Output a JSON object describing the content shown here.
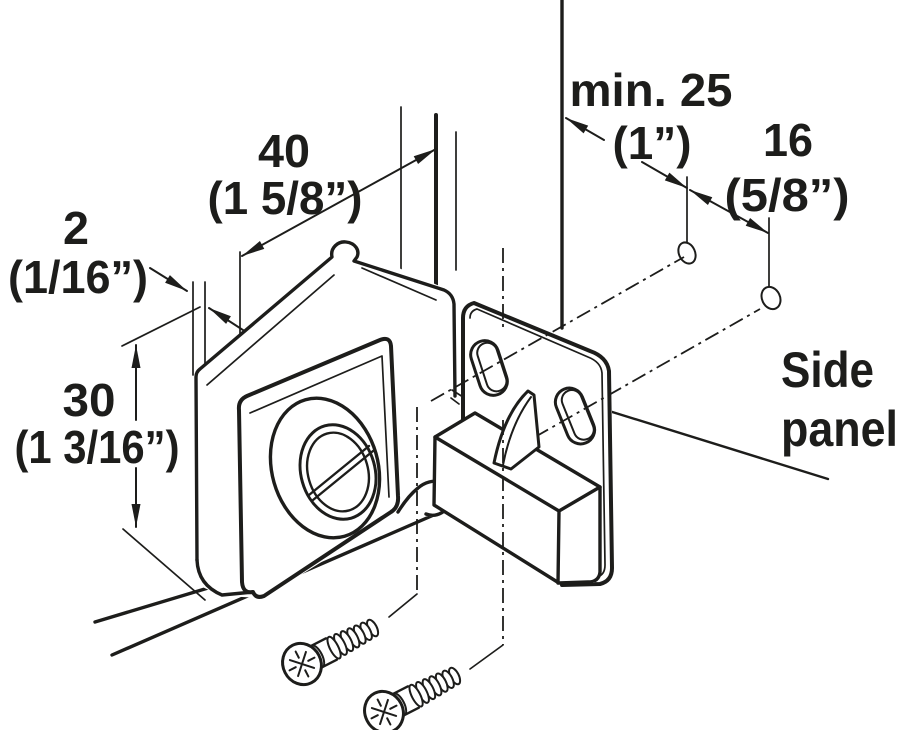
{
  "diagram": {
    "title": "Glass door catch installation drawing",
    "view": "isometric exploded line drawing",
    "colors": {
      "line": "#1d1d1b",
      "background": "#ffffff"
    },
    "dims": {
      "d40": {
        "mm": "40",
        "in": "(1 5/8”)"
      },
      "d2": {
        "mm": "2",
        "in": "(1/16”)"
      },
      "d30": {
        "mm": "30",
        "in": "(1 3/16”)"
      },
      "d25": {
        "mm": "min. 25",
        "in": "(1”)"
      },
      "d16": {
        "mm": "16",
        "in": "(5/8”)"
      }
    },
    "labels": {
      "side_panel_1": "Side",
      "side_panel_2": "panel"
    },
    "parts": {
      "clamp": "glass-door-clamp-with-turn-lock",
      "plate": "mounting-plate-two-slotted-holes",
      "block": "catch-housing-block",
      "wedge": "catch-wedge",
      "screws": "2 pozidriv pan-head screws",
      "panel_holes": "2 pilot holes in side panel"
    }
  }
}
